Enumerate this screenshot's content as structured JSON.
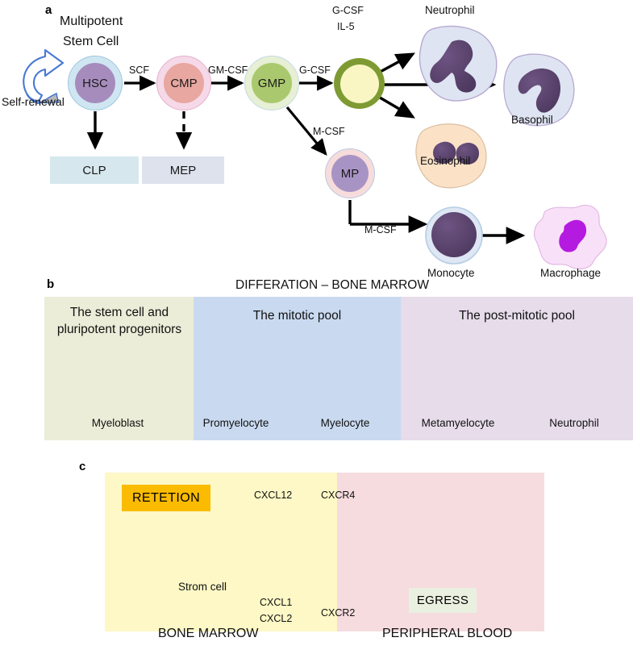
{
  "figure": {
    "panels": [
      "a",
      "b",
      "c"
    ]
  },
  "panel_a": {
    "letter": "a",
    "title_line1": "Multipotent",
    "title_line2": "Stem Cell",
    "self_renewal_label": "Self-renewal",
    "cells": [
      {
        "id": "hsc",
        "label": "HSC"
      },
      {
        "id": "cmp",
        "label": "CMP"
      },
      {
        "id": "gmp",
        "label": "GMP"
      },
      {
        "id": "common-progenitor",
        "label": ""
      },
      {
        "id": "mp",
        "label": "MP"
      }
    ],
    "boxes": [
      {
        "id": "clp",
        "label": "CLP"
      },
      {
        "id": "mep",
        "label": "MEP"
      }
    ],
    "cytokines": {
      "hsc_to_cmp": "SCF",
      "cmp_to_gmp": "GM-CSF",
      "gmp_to_progenitor": "G-CSF",
      "progenitor_top1": "G-CSF",
      "progenitor_top2": "IL-5",
      "gmp_to_mp": "M-CSF",
      "mp_to_monocyte": "M-CSF"
    },
    "mature_cells": [
      {
        "id": "neutrophil",
        "label": "Neutrophil"
      },
      {
        "id": "eosinophil",
        "label": "Eosinophil"
      },
      {
        "id": "basophil",
        "label": "Basophil"
      },
      {
        "id": "monocyte",
        "label": "Monocyte"
      },
      {
        "id": "macrophage",
        "label": "Macrophage"
      }
    ]
  },
  "panel_b": {
    "letter": "b",
    "title": "DIFFERATION – BONE MARROW",
    "bands": [
      {
        "id": "stem",
        "heading_line1": "The stem cell and",
        "heading_line2": "pluripotent progenitors"
      },
      {
        "id": "mitotic",
        "heading_line1": "The mitotic pool",
        "heading_line2": ""
      },
      {
        "id": "postmitotic",
        "heading_line1": "The post-mitotic pool",
        "heading_line2": ""
      }
    ],
    "stages": [
      {
        "id": "myeloblast",
        "label": "Myeloblast"
      },
      {
        "id": "promyelocyte",
        "label": "Promyelocyte"
      },
      {
        "id": "myelocyte",
        "label": "Myelocyte"
      },
      {
        "id": "metamyelocyte",
        "label": "Metamyelocyte"
      },
      {
        "id": "neutrophil",
        "label": "Neutrophil"
      }
    ]
  },
  "panel_c": {
    "letter": "c",
    "retention_label": "RETETION",
    "egress_label": "EGRESS",
    "bone_marrow_label": "BONE MARROW",
    "peripheral_blood_label": "PERIPHERAL BLOOD",
    "stromal_cell_label": "Strom cell",
    "chemokines": {
      "cxcl12": "CXCL12",
      "cxcl1": "CXCL1",
      "cxcl2": "CXCL2"
    },
    "receptors": {
      "cxcr4": "CXCR4",
      "cxcr2": "CXCR2"
    }
  },
  "colors": {
    "hsc_ring": "#cfe6f2",
    "hsc_core": "#a68cbd",
    "cmp_ring": "#f6d9e8",
    "cmp_core": "#e8a7a0",
    "gmp_ring": "#e7efd4",
    "gmp_core": "#aac96e",
    "progenitor_ring": "#7e9b33",
    "progenitor_core": "#f9f6c4",
    "mp_ring": "#f7dcdc",
    "mp_core": "#a894c4",
    "clp_box": "#d6e8ee",
    "mep_box": "#dde2ed",
    "nucleus": "#5d4470",
    "neutrophil_granule": "#cc33cc",
    "eosinophil_granule": "#f98b18",
    "basophil_granule": "#2a52d6",
    "band_stem": "#ecedd8",
    "band_mitotic": "#c9daf0",
    "band_postmitotic": "#e6dcea",
    "panel_c_marrow": "#fdf8c6",
    "panel_c_blood": "#f6dcdf",
    "retention_bg": "#FBBB00",
    "egress_bg": "#EAF0E0",
    "cxcr4_receptor": "#ef2a2a",
    "cxcr2_receptor": "#2a6fef",
    "stromal_outline": "#7f9440",
    "stromal_fill": "#e6e9dd",
    "stromal_nucleus": "#bcd08a",
    "cxcl12_dot": "#ee2222",
    "cxcl12_dot_green": "#2faa4b",
    "macrophage_nucleus": "#b51ae0",
    "macrophage_body": "#f7dff7"
  }
}
